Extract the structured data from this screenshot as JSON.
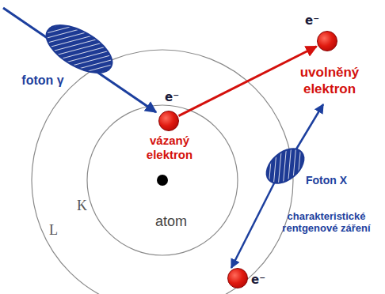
{
  "diagram": {
    "nodes": [
      {
        "text": [
          "e⁻",
          "vázaný elektron"
        ]
      },
      {
        "text": [
          "e⁻",
          "uvolněný elektron"
        ]
      },
      {
        "text": [
          "e⁻"
        ]
      }
    ],
    "edges": [
      {
        "from": 0,
        "to": 1,
        "arrow": "to"
      }
    ],
    "labels": [
      "foton γ",
      "K",
      "L",
      "atom",
      "Foton X",
      "charakteristické rentgenové záření"
    ]
  }
}
